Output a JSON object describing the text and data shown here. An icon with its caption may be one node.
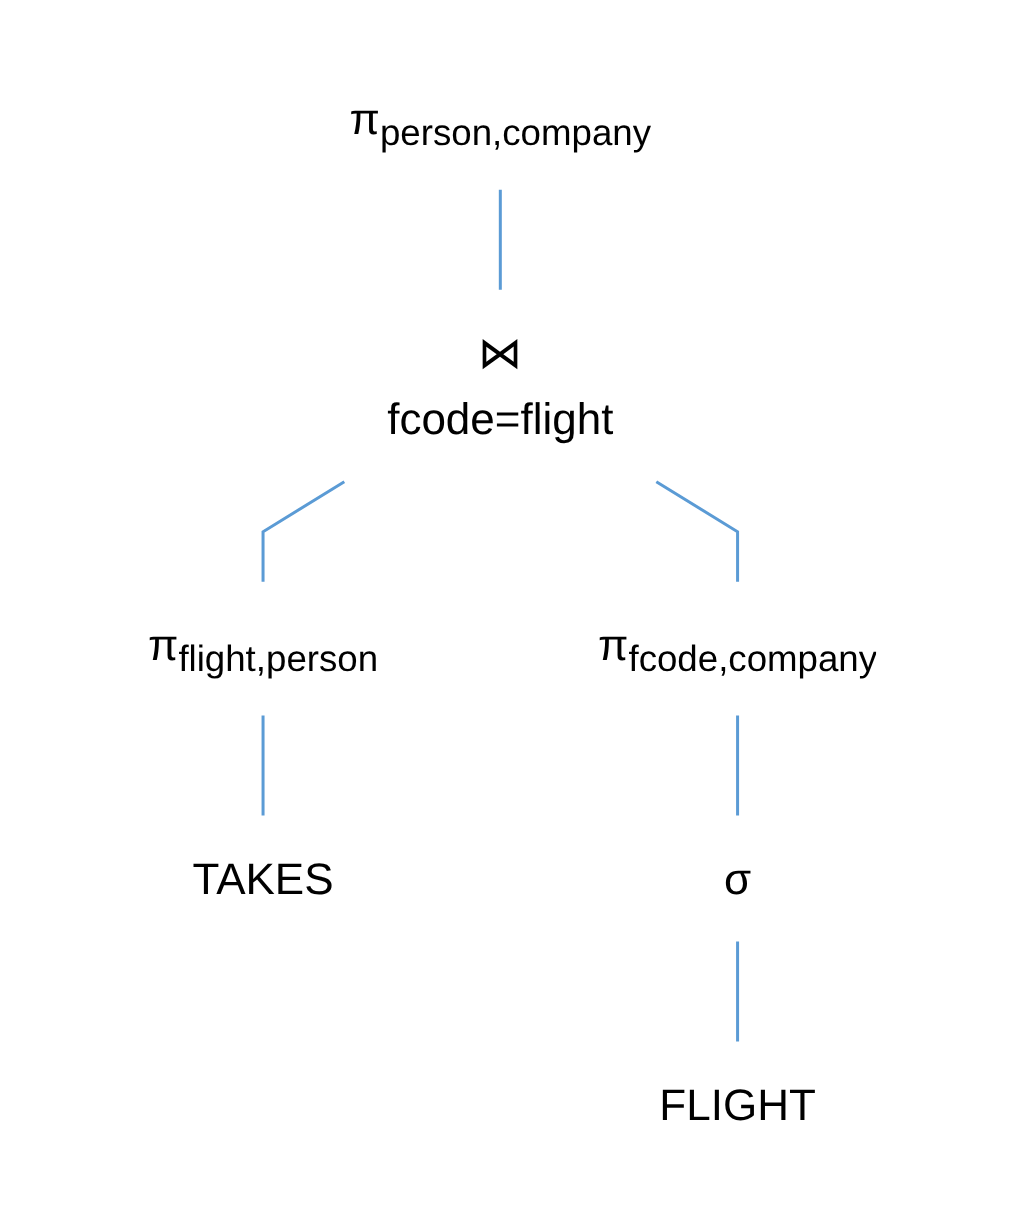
{
  "diagram": {
    "nodes": [
      {
        "text": [
          "π$_{person,company}$"
        ]
      },
      {
        "text": [
          "⋈",
          "fcode=flight"
        ]
      },
      {
        "text": [
          "π$_{flight,person}$"
        ]
      },
      {
        "text": [
          "π$_{fcode,company}$"
        ]
      },
      {
        "text": [
          "TAKES"
        ]
      },
      {
        "text": [
          "σ"
        ]
      },
      {
        "text": [
          "FLIGHT"
        ]
      }
    ],
    "edges": [
      {
        "from": 0,
        "to": 1,
        "arrow": "none"
      },
      {
        "from": 1,
        "to": 2,
        "arrow": "none"
      },
      {
        "from": 1,
        "to": 3,
        "arrow": "none"
      },
      {
        "from": 2,
        "to": 4,
        "arrow": "none"
      },
      {
        "from": 3,
        "to": 5,
        "arrow": "none"
      },
      {
        "from": 5,
        "to": 6,
        "arrow": "none"
      }
    ]
  }
}
